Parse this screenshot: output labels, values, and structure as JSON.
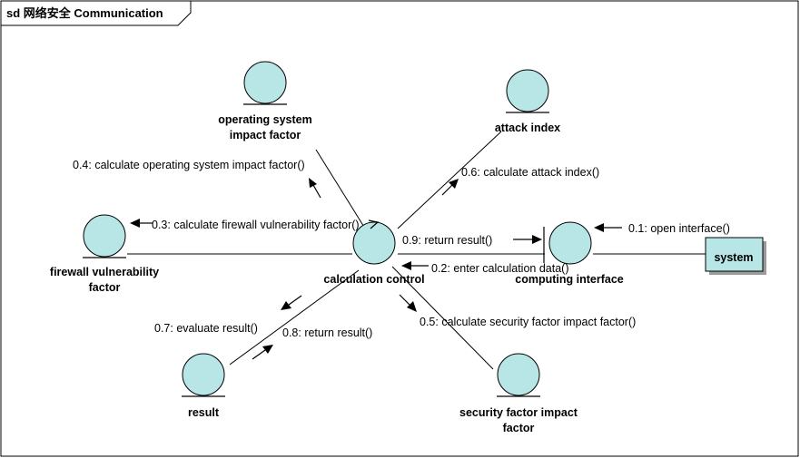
{
  "frame": {
    "title": "sd 网络安全 Communication"
  },
  "objects": {
    "os_factor": {
      "line1": "operating system",
      "line2": "impact factor"
    },
    "attack_index": {
      "line1": "attack index"
    },
    "firewall": {
      "line1": "firewall vulnerability",
      "line2": "factor"
    },
    "calc_control": {
      "line1": "calculation control"
    },
    "computing_interface": {
      "line1": "computing interface"
    },
    "system": {
      "line1": "system"
    },
    "result": {
      "line1": "result"
    },
    "security_factor": {
      "line1": "security factor impact",
      "line2": "factor"
    }
  },
  "messages": {
    "m01": "0.1: open interface()",
    "m02": "0.2: enter calculation data()",
    "m03": "0.3: calculate firewall vulnerability factor()",
    "m04": "0.4: calculate operating system impact factor()",
    "m05": "0.5: calculate security factor impact factor()",
    "m06": "0.6: calculate attack index()",
    "m07": "0.7: evaluate result()",
    "m08": "0.8: return result()",
    "m09": "0.9: return result()"
  },
  "colors": {
    "entity_fill": "#b8e6e6",
    "line": "#000000",
    "background": "#ffffff"
  }
}
